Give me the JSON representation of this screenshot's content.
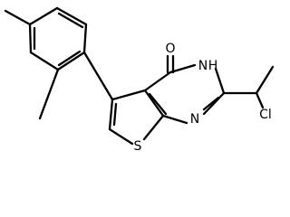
{
  "molecule": {
    "atoms": {
      "oxygen": "O",
      "amide_nh": "N",
      "amide_h": "H",
      "ring_n": "N",
      "sulfur": "S",
      "chlorine": "Cl"
    },
    "colors": {
      "bond": "#000000",
      "label": "#000000",
      "background": "#ffffff"
    }
  }
}
